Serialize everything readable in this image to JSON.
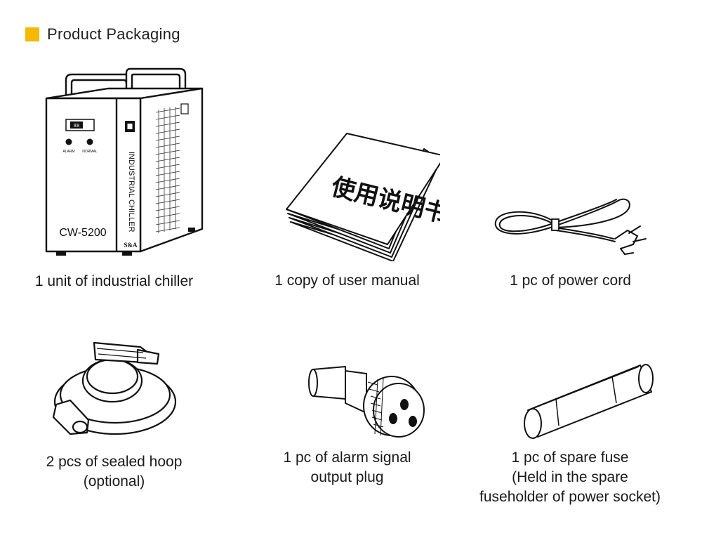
{
  "header": {
    "title": "Product Packaging",
    "accent_color": "#f6b800"
  },
  "chiller_labels": {
    "model": "CW-5200",
    "side_text": "INDUSTRIAL CHILLER",
    "brand": "S&A",
    "alarm": "ALARM",
    "normal": "NORMAL",
    "display": "88"
  },
  "manual_cover_text": "使用说明书",
  "items": [
    {
      "icon": "industrial-chiller-icon",
      "lines": [
        "1 unit of industrial chiller"
      ]
    },
    {
      "icon": "user-manual-icon",
      "lines": [
        "1 copy of user manual"
      ]
    },
    {
      "icon": "power-cord-icon",
      "lines": [
        "1 pc of power cord"
      ]
    },
    {
      "icon": "sealed-hoop-icon",
      "lines": [
        "2 pcs of sealed hoop",
        "(optional)"
      ]
    },
    {
      "icon": "alarm-plug-icon",
      "lines": [
        "1 pc of alarm signal",
        "output plug"
      ]
    },
    {
      "icon": "spare-fuse-icon",
      "lines": [
        "1 pc of spare fuse",
        "(Held in the spare",
        "fuseholder of power socket)"
      ]
    }
  ]
}
